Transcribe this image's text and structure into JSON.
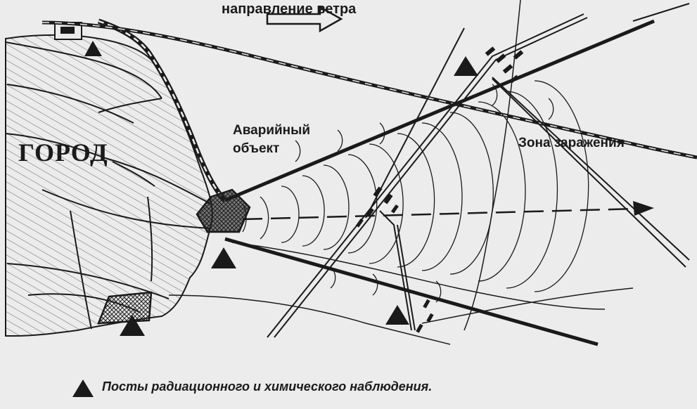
{
  "labels": {
    "wind_direction": "направление ветра",
    "city": "ГОРОД",
    "accident_object_line1": "Аварийный",
    "accident_object_line2": "объект",
    "contamination_zone": "Зона заражения",
    "legend": "Посты радиационного и химического наблюдения."
  },
  "icons": {
    "observation_post": "triangle-icon",
    "wind_arrow": "arrow-right-outline-icon"
  },
  "colors": {
    "ink": "#1a1a1a",
    "paper": "#ececec"
  }
}
